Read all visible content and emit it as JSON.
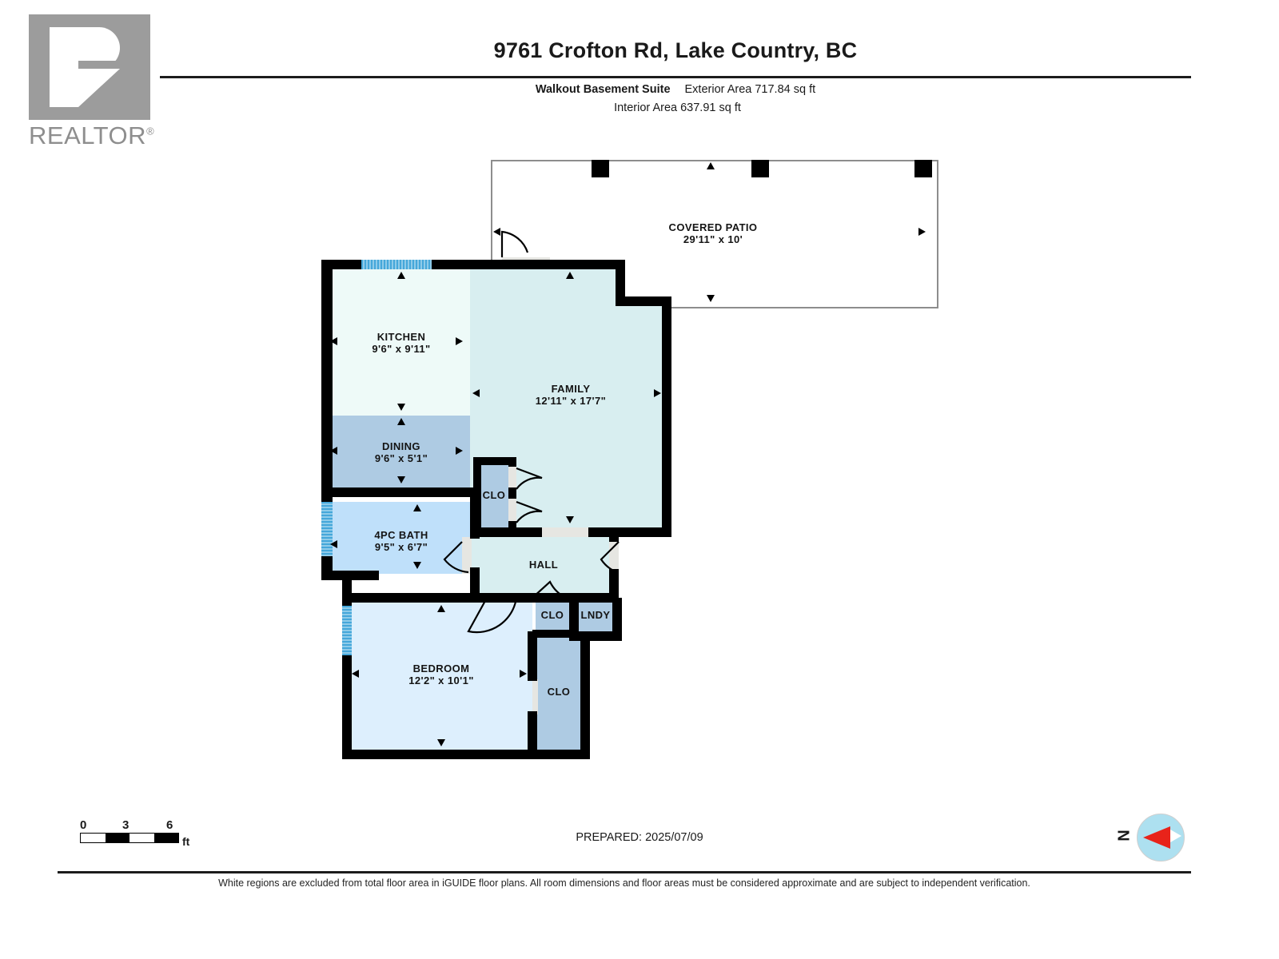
{
  "logo": {
    "text": "REALTOR",
    "registered": "®"
  },
  "header": {
    "title": "9761 Crofton Rd, Lake Country, BC",
    "suite_label": "Walkout Basement Suite",
    "exterior_area": "Exterior Area 717.84 sq ft",
    "interior_area": "Interior Area 637.91 sq ft"
  },
  "floorplan": {
    "rooms": [
      {
        "name": "COVERED PATIO",
        "dimensions": "29'11\" x 10'",
        "fill": "#ffffff"
      },
      {
        "name": "KITCHEN",
        "dimensions": "9'6\" x 9'11\"",
        "fill": "#eefaf8"
      },
      {
        "name": "FAMILY",
        "dimensions": "12'11\" x 17'7\"",
        "fill": "#d8eef0"
      },
      {
        "name": "DINING",
        "dimensions": "9'6\" x 5'1\"",
        "fill": "#aecbe3"
      },
      {
        "name": "4PC BATH",
        "dimensions": "9'5\" x 6'7\"",
        "fill": "#bfe0fa"
      },
      {
        "name": "BEDROOM",
        "dimensions": "12'2\" x 10'1\"",
        "fill": "#ddeffd"
      },
      {
        "name": "HALL",
        "dimensions": "",
        "fill": "#d8eef0"
      },
      {
        "name": "CLO",
        "dimensions": "",
        "fill": "#aecbe3"
      },
      {
        "name": "LNDY",
        "dimensions": "",
        "fill": "#aecbe3"
      }
    ],
    "closet_1": "CLO",
    "closet_2": "CLO",
    "closet_3": "CLO",
    "laundry": "LNDY",
    "hall": "HALL"
  },
  "scale": {
    "ticks": [
      "0",
      "3",
      "6"
    ],
    "unit": "ft"
  },
  "compass": {
    "north_label": "N"
  },
  "footer": {
    "prepared": "PREPARED: 2025/07/09",
    "disclaimer": "White regions are excluded from total floor area in iGUIDE floor plans. All room dimensions and floor areas must be considered approximate and are subject to independent verification."
  },
  "colors": {
    "wall": "#000000",
    "window": "#45a7da",
    "door": "#e6e6e2",
    "patio_border": "#8d8d8d",
    "compass_circle": "#ade0f0",
    "compass_needle": "#e8231a",
    "logo_gray": "#9c9c9c"
  }
}
